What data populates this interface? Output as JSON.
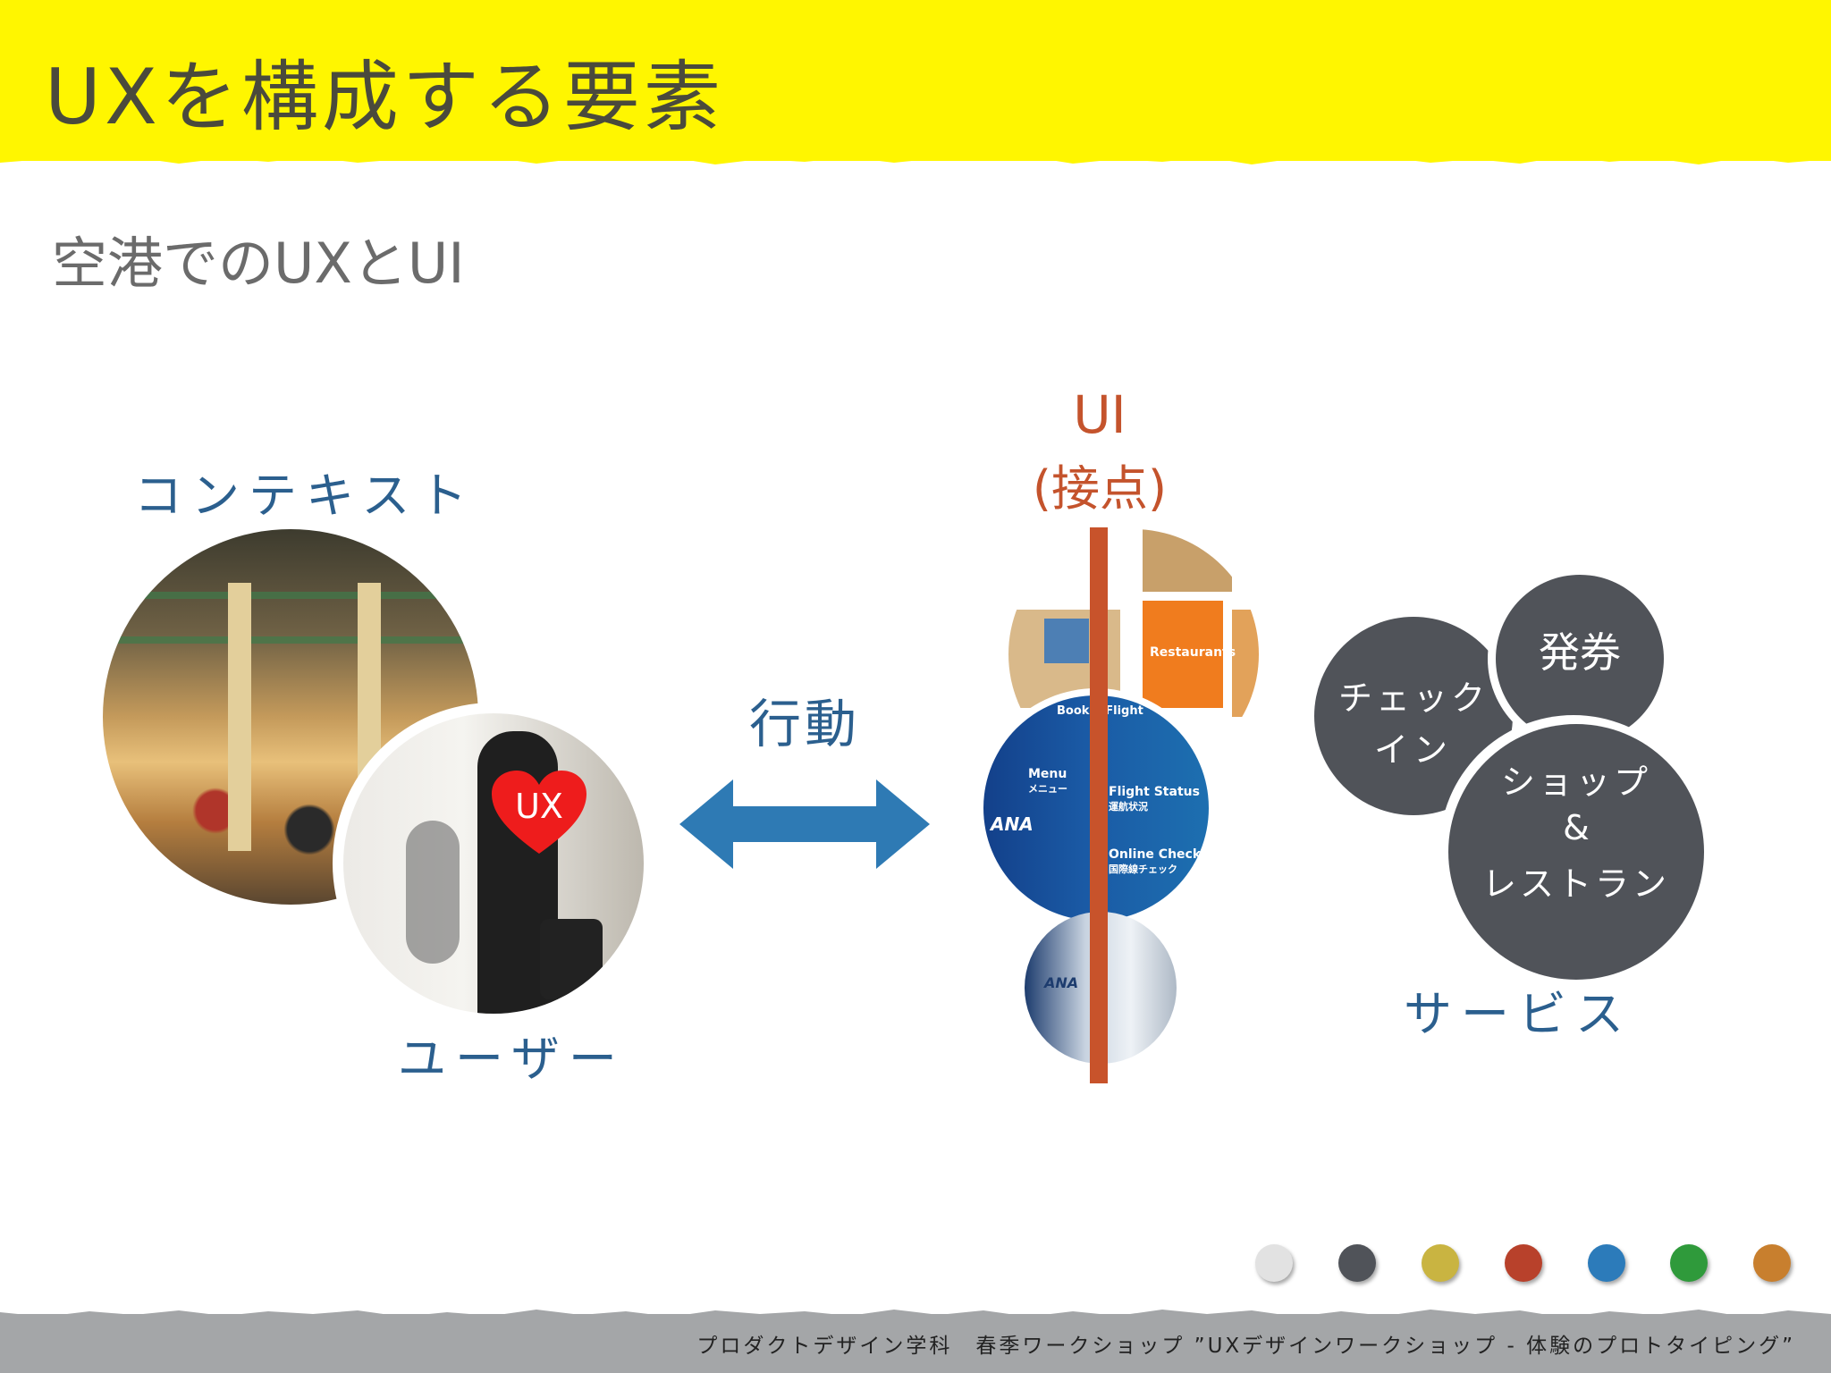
{
  "slide": {
    "title": "UXを構成する要素",
    "subtitle": "空港でのUXとUI"
  },
  "labels": {
    "context": "コンテキスト",
    "user": "ユーザー",
    "ux_heart": "UX",
    "action": "行動",
    "ui_title": "UI",
    "ui_subtitle": "(接点)",
    "service": "サービス"
  },
  "services": {
    "checkin_line1": "チェック",
    "checkin_line2": "イン",
    "ticketing": "発券",
    "shop_line1": "ショップ",
    "shop_line2": "&",
    "shop_line3": "レストラン"
  },
  "ui_screenshot": {
    "menu": "Menu",
    "menu_jp": "メニュー",
    "flight_status": "Flight Status",
    "flight_status_jp": "運航状況",
    "online_check": "Online Check",
    "online_check_jp": "国際線チェック",
    "book_flight": "Book a Flight",
    "restaurants": "Restaurants",
    "brand": "ANA"
  },
  "palette": [
    "#e2e2e2",
    "#505359",
    "#c9b441",
    "#b8412b",
    "#2c7bba",
    "#2f9a3b",
    "#c87f2e"
  ],
  "colors": {
    "header": "#fff600",
    "accent_blue": "#2b5f8e",
    "accent_orange": "#c4532c",
    "dark_gray": "#505359",
    "footer": "#a4a6a8"
  },
  "footer": {
    "text": "プロダクトデザイン学科　春季ワークショップ ”UXデザインワークショップ - 体験のプロトタイピング”"
  }
}
